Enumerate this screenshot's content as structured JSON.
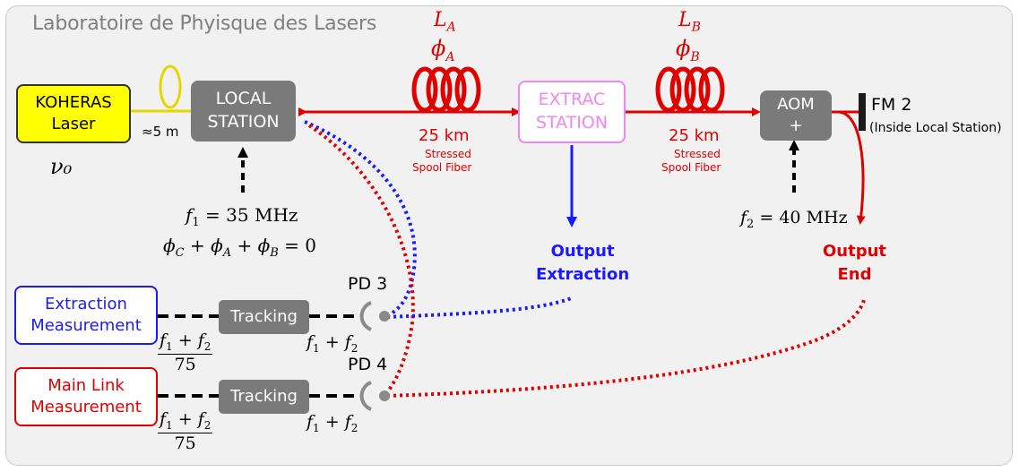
{
  "title": "Laboratoire de Phyisque des Lasers",
  "laser": {
    "line1": "KOHERAS",
    "line2": "Laser",
    "freq": "ν₀"
  },
  "fiber_short": "≈5 m",
  "local_station": {
    "line1": "LOCAL",
    "line2": "STATION"
  },
  "extrac_station": {
    "line1": "EXTRAC",
    "line2": "STATION"
  },
  "aom": {
    "line1": "AOM",
    "line2": "+"
  },
  "fm2": {
    "name": "FM 2",
    "note": "(Inside Local Station)"
  },
  "spool_a": {
    "length_label": "L",
    "length_sub": "A",
    "phase_label": "ϕ",
    "phase_sub": "A",
    "distance": "25 km",
    "type_line1": "Stressed",
    "type_line2": "Spool Fiber"
  },
  "spool_b": {
    "length_label": "L",
    "length_sub": "B",
    "phase_label": "ϕ",
    "phase_sub": "B",
    "distance": "25 km",
    "type_line1": "Stressed",
    "type_line2": "Spool Fiber"
  },
  "f1_eq": {
    "var": "f",
    "sub": "1",
    "rest": " =  35 MHz"
  },
  "phase_eq": {
    "text": "ϕ",
    "sub_c": "C",
    "mid1": " + ϕ",
    "sub_a": "A",
    "mid2": " + ϕ",
    "sub_b": "B",
    "tail": " = 0"
  },
  "f2_eq": {
    "var": "f",
    "sub": "2",
    "rest": " = 40 MHz"
  },
  "output_extraction": {
    "line1": "Output",
    "line2": "Extraction"
  },
  "output_end": {
    "line1": "Output",
    "line2": "End"
  },
  "pd3": "PD 3",
  "pd4": "PD 4",
  "extraction_measurement": {
    "line1": "Extraction",
    "line2": "Measurement"
  },
  "main_link_measurement": {
    "line1": "Main Link",
    "line2": "Measurement"
  },
  "tracking": "Tracking",
  "sum_label": {
    "a": "f",
    "a_sub": "1",
    "plus": " + ",
    "b": "f",
    "b_sub": "2"
  },
  "divisor": "75",
  "colors": {
    "red": "#e00000",
    "blue": "#1a1aff",
    "gray": "#7a7a7a",
    "laser_yellow": "#ffff00",
    "extrac_pink": "#ee88ee"
  }
}
